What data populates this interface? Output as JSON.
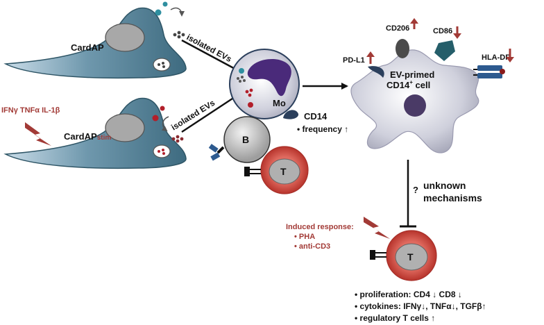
{
  "cells": {
    "cardap_label": "CardAP",
    "cardap_stim_main": "CardAP",
    "cardap_stim_sub": "stim",
    "mo_label": "Mo",
    "b_label": "B",
    "t_label_mid": "T",
    "t_label_bottom": "T",
    "ev_primed_line1": "EV-primed",
    "ev_primed_line2_a": "CD14",
    "ev_primed_line2_sup": "+",
    "ev_primed_line2_b": " cell"
  },
  "arrows": {
    "isolated_evs_top": "isolated EVs",
    "isolated_evs_bottom": "isolated EVs"
  },
  "stimulus": {
    "cytokines": "IFNγ TNFα IL-1β"
  },
  "cd14_note": {
    "line1": "CD14",
    "line2": "• frequency ↑"
  },
  "markers": {
    "cd206": "CD206",
    "cd86": "CD86",
    "pdl1": "PD-L1",
    "hladr": "HLA-DR"
  },
  "mechanism": {
    "question": "?",
    "line1": "unknown",
    "line2": "mechanisms"
  },
  "induced_response": {
    "title": "Induced response:",
    "items": [
      "• PHA",
      "• anti-CD3"
    ]
  },
  "outcomes": [
    "• proliferation: CD4 ↓ CD8 ↓",
    "• cytokines: IFNγ↓, TNFα↓, TGFβ↑",
    "• regulatory T cells ↑"
  ],
  "colors": {
    "cardap_cell": "#4b7a8f",
    "monocyte_nucleus": "#4a2a7a",
    "ev_red": "#b21f2a",
    "ev_teal": "#2f8fa0",
    "t_cell_outer": "#c7483f",
    "b_cell": "#c9c9c9",
    "accent_red": "#a23a36",
    "cd14_receptor": "#2b3f5c",
    "cd86_marker": "#255e6a"
  }
}
